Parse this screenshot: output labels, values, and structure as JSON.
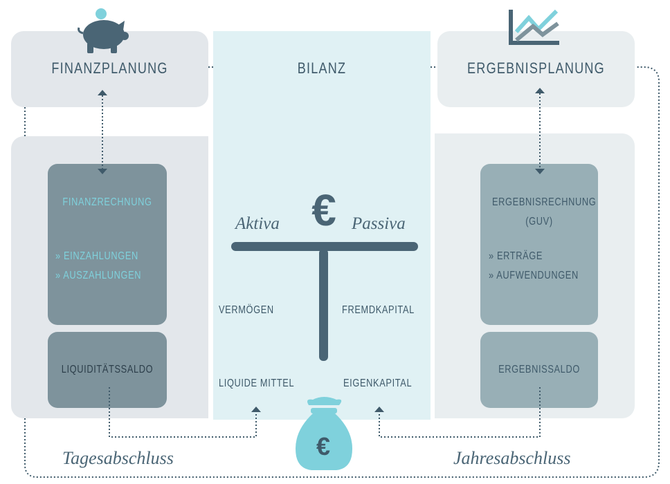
{
  "sections": {
    "finanzplanung": "FINANZPLANUNG",
    "bilanz": "BILANZ",
    "ergebnisplanung": "ERGEBNISPLANUNG"
  },
  "left_panel": {
    "title": "FINANZRECHNUNG",
    "items": [
      "» EINZAHLUNGEN",
      "» AUSZAHLUNGEN"
    ],
    "saldo": "LIQUIDITÄTSSALDO"
  },
  "right_panel": {
    "title_line1": "ERGEBNISRECHNUNG",
    "title_line2": "(GUV)",
    "items": [
      "» ERTRÄGE",
      "» AUFWENDUNGEN"
    ],
    "saldo": "ERGEBNISSALDO"
  },
  "bilanz": {
    "euro_symbol": "€",
    "aktiva": "Aktiva",
    "passiva": "Passiva",
    "vermoegen": "VERMÖGEN",
    "fremdkapital": "FREMDKAPITAL",
    "liquide_mittel": "LIQUIDE MITTEL",
    "eigenkapital": "EIGENKAPITAL"
  },
  "bottom": {
    "tagesabschluss": "Tagesabschluss",
    "jahresabschluss": "Jahresabschluss",
    "moneybag_symbol": "€"
  },
  "colors": {
    "panel_light": "#e3e7eb",
    "panel_right": "#e9eef0",
    "bilanz_bg": "#e0f1f4",
    "dark_box": "#7e939c",
    "dark_box_right": "#98afb6",
    "accent_cyan": "#7fd1dc",
    "line_dark": "#3f5a6a"
  }
}
